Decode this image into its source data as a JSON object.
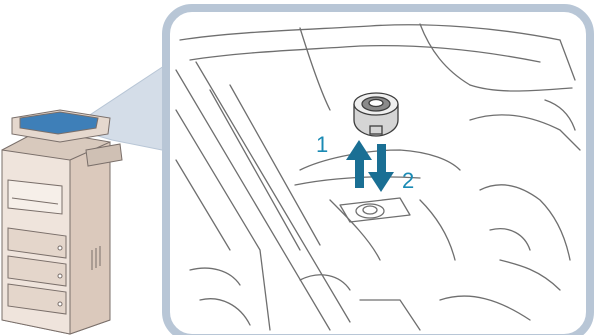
{
  "steps": {
    "up_label": "1",
    "down_label": "2"
  },
  "colors": {
    "callout_fill": "#d4dde8",
    "callout_border": "#b8c6d6",
    "arrow": "#1a6f94",
    "label": "#1a8ab4",
    "line_art": "#6f6f6f",
    "printer_body": "#e9dcd2",
    "printer_panel": "#3e7fb8"
  },
  "icons": {
    "printer": "multifunction-printer-illustration",
    "part": "knob-part-illustration",
    "up_arrow": "arrow-up-icon",
    "down_arrow": "arrow-down-icon"
  }
}
